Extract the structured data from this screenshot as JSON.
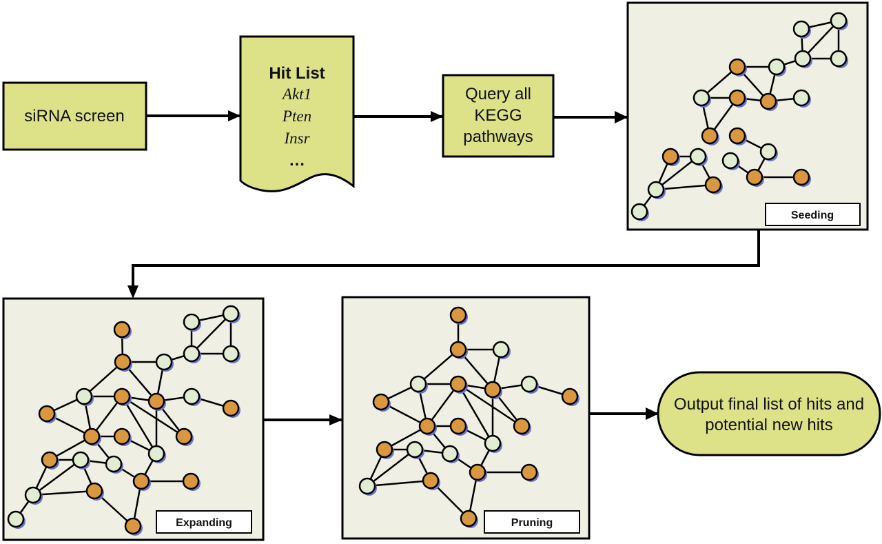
{
  "colors": {
    "process_fill": "#DDE289",
    "panel_fill": "#EFEFE3",
    "hit_node": "#D9983F",
    "nonhit_node": "#E2ECD3",
    "node_shadow": "#6C73C9",
    "stroke": "#000000"
  },
  "steps": {
    "sirna": {
      "label": "siRNA screen"
    },
    "hitlist": {
      "title": "Hit List",
      "genes": [
        "Akt1",
        "Pten",
        "Insr"
      ],
      "more": "…"
    },
    "query": {
      "lines": [
        "Query all",
        "KEGG",
        "pathways"
      ]
    },
    "output": {
      "lines": [
        "Output final list of hits and",
        "potential new hits"
      ]
    }
  },
  "stages": {
    "seeding": {
      "label": "Seeding",
      "node_types": [
        "nonhit",
        "nonhit",
        "nonhit",
        "nonhit",
        "hit",
        "nonhit",
        "nonhit",
        "hit",
        "hit",
        "nonhit",
        "hit",
        "hit",
        "nonhit",
        "nonhit",
        "hit",
        "hit",
        "hit",
        "nonhit",
        "hit",
        "nonhit",
        "nonhit"
      ],
      "edges": [
        [
          0,
          1
        ],
        [
          0,
          2
        ],
        [
          1,
          2
        ],
        [
          1,
          3
        ],
        [
          2,
          3
        ],
        [
          2,
          5
        ],
        [
          4,
          5
        ],
        [
          4,
          6
        ],
        [
          4,
          8
        ],
        [
          5,
          8
        ],
        [
          6,
          7
        ],
        [
          7,
          8
        ],
        [
          8,
          9
        ],
        [
          6,
          10
        ],
        [
          7,
          10
        ],
        [
          11,
          12
        ],
        [
          12,
          14
        ],
        [
          13,
          14
        ],
        [
          14,
          15
        ],
        [
          16,
          17
        ],
        [
          16,
          19
        ],
        [
          17,
          19
        ],
        [
          17,
          18
        ],
        [
          18,
          19
        ],
        [
          19,
          20
        ]
      ]
    },
    "expanding": {
      "label": "Expanding",
      "node_types": [
        "hit",
        "hit",
        "nonhit",
        "nonhit",
        "nonhit",
        "nonhit",
        "nonhit",
        "nonhit",
        "hit",
        "hit",
        "nonhit",
        "hit",
        "hit",
        "hit",
        "hit",
        "hit",
        "nonhit",
        "hit",
        "nonhit",
        "nonhit",
        "hit",
        "hit",
        "nonhit",
        "hit",
        "nonhit",
        "hit"
      ],
      "edges": [
        [
          0,
          1
        ],
        [
          1,
          2
        ],
        [
          2,
          5
        ],
        [
          3,
          4
        ],
        [
          3,
          5
        ],
        [
          4,
          5
        ],
        [
          5,
          6
        ],
        [
          4,
          6
        ],
        [
          1,
          7
        ],
        [
          1,
          9
        ],
        [
          2,
          9
        ],
        [
          7,
          8
        ],
        [
          8,
          9
        ],
        [
          9,
          10
        ],
        [
          10,
          11
        ],
        [
          7,
          12
        ],
        [
          7,
          13
        ],
        [
          12,
          13
        ],
        [
          8,
          13
        ],
        [
          8,
          16
        ],
        [
          8,
          15
        ],
        [
          9,
          15
        ],
        [
          9,
          16
        ],
        [
          13,
          14
        ],
        [
          14,
          16
        ],
        [
          13,
          17
        ],
        [
          13,
          19
        ],
        [
          17,
          18
        ],
        [
          18,
          19
        ],
        [
          17,
          22
        ],
        [
          18,
          22
        ],
        [
          18,
          23
        ],
        [
          22,
          23
        ],
        [
          22,
          24
        ],
        [
          19,
          20
        ],
        [
          16,
          20
        ],
        [
          20,
          21
        ],
        [
          20,
          25
        ],
        [
          23,
          25
        ]
      ]
    },
    "pruning": {
      "label": "Pruning",
      "node_types": [
        "hit",
        "hit",
        "nonhit",
        "nonhit",
        "hit",
        "hit",
        "nonhit",
        "hit",
        "hit",
        "hit",
        "hit",
        "hit",
        "nonhit",
        "hit",
        "nonhit",
        "nonhit",
        "hit",
        "hit",
        "nonhit",
        "hit",
        "hit"
      ],
      "edges": [
        [
          0,
          1
        ],
        [
          1,
          2
        ],
        [
          1,
          3
        ],
        [
          1,
          5
        ],
        [
          2,
          5
        ],
        [
          3,
          4
        ],
        [
          4,
          5
        ],
        [
          5,
          6
        ],
        [
          6,
          7
        ],
        [
          3,
          8
        ],
        [
          3,
          9
        ],
        [
          8,
          9
        ],
        [
          4,
          9
        ],
        [
          4,
          12
        ],
        [
          4,
          11
        ],
        [
          5,
          11
        ],
        [
          5,
          12
        ],
        [
          9,
          10
        ],
        [
          10,
          12
        ],
        [
          9,
          13
        ],
        [
          9,
          15
        ],
        [
          13,
          14
        ],
        [
          14,
          15
        ],
        [
          13,
          18
        ],
        [
          14,
          18
        ],
        [
          14,
          19
        ],
        [
          18,
          19
        ],
        [
          15,
          16
        ],
        [
          12,
          16
        ],
        [
          16,
          17
        ],
        [
          16,
          20
        ],
        [
          19,
          20
        ]
      ]
    }
  }
}
